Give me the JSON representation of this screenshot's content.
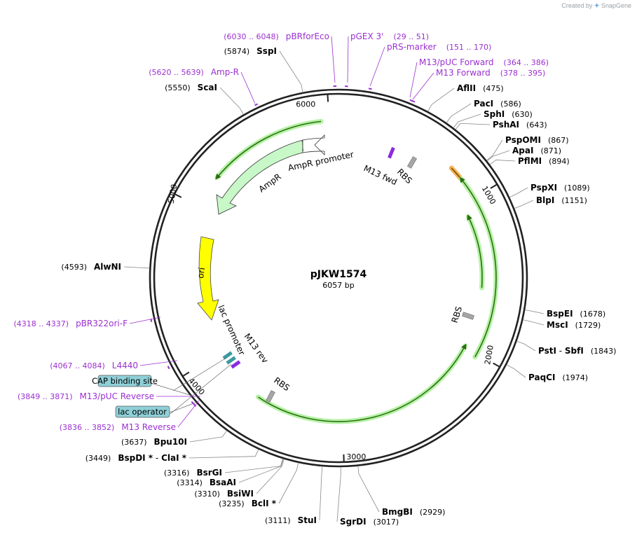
{
  "branding": {
    "created_by": "Created by",
    "app_name": "SnapGene"
  },
  "plasmid": {
    "name": "pJKW1574",
    "length": "6057 bp",
    "total_bp": 6057
  },
  "colors": {
    "backbone": "#222222",
    "primer": "#9b30d0",
    "enzyme_text": "#000000",
    "feature_green_fill": "#c8f7c8",
    "feature_green_glow": "#b5f2a5",
    "ori": "#ffff00",
    "cap": "#8fd0d8",
    "rbs": "#a6a6a6",
    "orange": "#f0a030",
    "dark_green": "#2d6e12"
  },
  "ticks": [
    {
      "pos": 1000,
      "label": "1000"
    },
    {
      "pos": 2000,
      "label": "2000"
    },
    {
      "pos": 3000,
      "label": "3000"
    },
    {
      "pos": 4000,
      "label": "4000"
    },
    {
      "pos": 5000,
      "label": "5000"
    },
    {
      "pos": 6000,
      "label": "6000"
    }
  ],
  "enzymes": [
    {
      "name": "AflII",
      "coord": "(475)",
      "pos": 475
    },
    {
      "name": "PacI",
      "coord": "(586)",
      "pos": 586
    },
    {
      "name": "SphI",
      "coord": "(630)",
      "pos": 630
    },
    {
      "name": "PshAI",
      "coord": "(643)",
      "pos": 643
    },
    {
      "name": "PspOMI",
      "coord": "(867)",
      "pos": 867
    },
    {
      "name": "ApaI",
      "coord": "(871)",
      "pos": 871
    },
    {
      "name": "PflMI",
      "coord": "(894)",
      "pos": 894
    },
    {
      "name": "PspXI",
      "coord": "(1089)",
      "pos": 1089
    },
    {
      "name": "BlpI",
      "coord": "(1151)",
      "pos": 1151
    },
    {
      "name": "BspEI",
      "coord": "(1678)",
      "pos": 1678
    },
    {
      "name": "MscI",
      "coord": "(1729)",
      "pos": 1729
    },
    {
      "name": "PstI",
      "name2": "SbfI",
      "coord": "(1843)",
      "pos": 1843
    },
    {
      "name": "PaqCI",
      "coord": "(1974)",
      "pos": 1974
    },
    {
      "name": "BmgBI",
      "coord": "(2929)",
      "pos": 2929
    },
    {
      "name": "SgrDI",
      "coord": "(3017)",
      "pos": 3017
    },
    {
      "name": "StuI",
      "coord": "(3111)",
      "pos": 3111
    },
    {
      "name": "BclI *",
      "coord": "(3235)",
      "pos": 3235
    },
    {
      "name": "BsiWI",
      "coord": "(3310)",
      "pos": 3310
    },
    {
      "name": "BsaAI",
      "coord": "(3314)",
      "pos": 3314
    },
    {
      "name": "BsrGI",
      "coord": "(3316)",
      "pos": 3316
    },
    {
      "name": "BspDI *",
      "name2": "ClaI *",
      "coord": "(3449)",
      "pos": 3449
    },
    {
      "name": "Bpu10I",
      "coord": "(3637)",
      "pos": 3637
    },
    {
      "name": "AlwNI",
      "coord": "(4593)",
      "pos": 4593
    },
    {
      "name": "ScaI",
      "coord": "(5550)",
      "pos": 5550
    },
    {
      "name": "SspI",
      "coord": "(5874)",
      "pos": 5874
    }
  ],
  "primers": [
    {
      "name": "pBRforEco",
      "coord": "(6030 .. 6048)",
      "pos": 6039
    },
    {
      "name": "pGEX 3'",
      "coord": "(29 .. 51)",
      "pos": 40
    },
    {
      "name": "pRS-marker",
      "coord": "(151 .. 170)",
      "pos": 160
    },
    {
      "name": "M13/pUC Forward",
      "coord": "(364 .. 386)",
      "pos": 375
    },
    {
      "name": "M13 Forward",
      "coord": "(378 .. 395)",
      "pos": 386
    },
    {
      "name": "Amp-R",
      "coord": "(5620 .. 5639)",
      "pos": 5630
    },
    {
      "name": "pBR322ori-F",
      "coord": "(4318 .. 4337)",
      "pos": 4328
    },
    {
      "name": "L4440",
      "coord": "(4067 .. 4084)",
      "pos": 4075
    },
    {
      "name": "M13/pUC Reverse",
      "coord": "(3849 .. 3871)",
      "pos": 3860
    },
    {
      "name": "M13 Reverse",
      "coord": "(3836 .. 3852)",
      "pos": 3844
    }
  ],
  "boxed_features": [
    {
      "name": "CAP binding site"
    },
    {
      "name": "lac operator"
    }
  ],
  "inner_features": {
    "ampr": "AmpR",
    "ampr_promoter": "AmpR promoter",
    "ori": "ori",
    "lac_promoter": "lac promoter",
    "m13_rev": "M13 rev",
    "m13_fwd": "M13 fwd",
    "rbs": "RBS"
  }
}
